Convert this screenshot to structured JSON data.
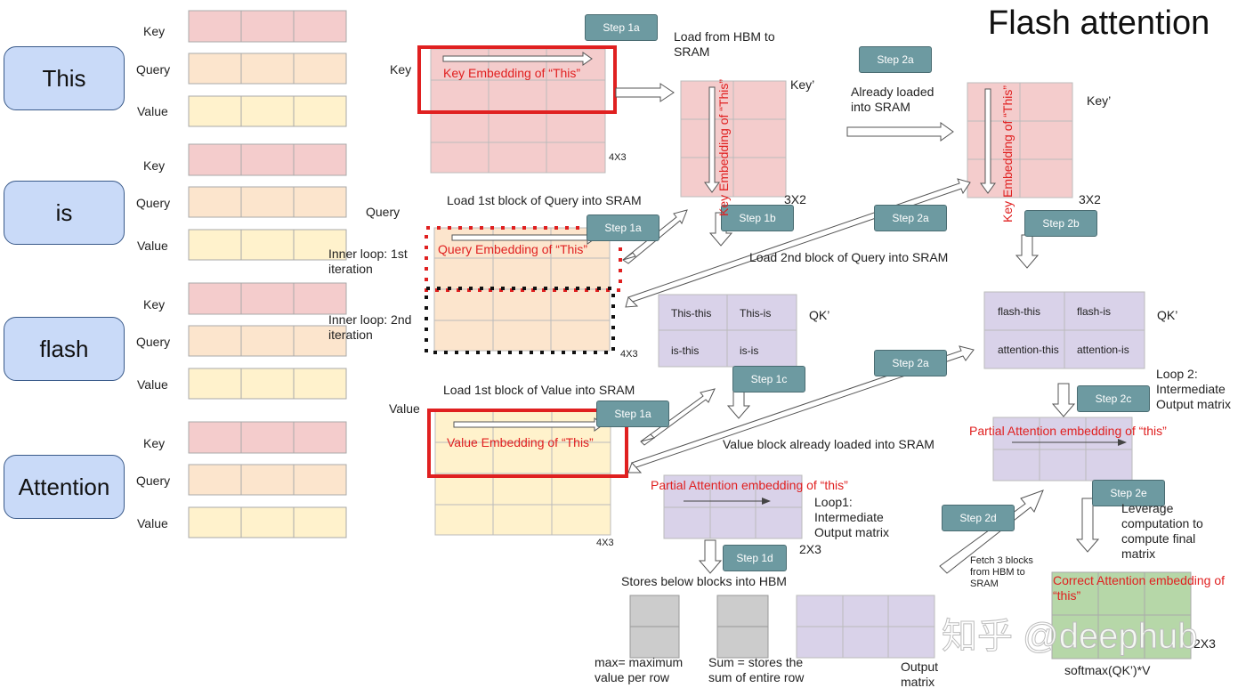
{
  "title": "Flash attention",
  "tokens": [
    "This",
    "is",
    "flash",
    "Attention"
  ],
  "embedding_labels": {
    "key": "Key",
    "query": "Query",
    "value": "Value"
  },
  "steps": {
    "s1a_top": "Step 1a",
    "s1a_mid": "Step 1a",
    "s1a_bot": "Step 1a",
    "s1b": "Step 1b",
    "s1c": "Step 1c",
    "s1d": "Step 1d",
    "s2a_top": "Step 2a",
    "s2a_mid": "Step 2a",
    "s2a_low": "Step 2a",
    "s2b": "Step 2b",
    "s2c": "Step 2c",
    "s2d": "Step 2d",
    "s2e": "Step 2e"
  },
  "labels": {
    "key_left": "Key",
    "key_emb_this": "Key  Embedding of “This”",
    "dim_4x3_a": "4X3",
    "load_hbm": "Load from HBM to SRAM",
    "key_prime_1": "Key’",
    "key_emb_vert_1": "Key  Embedding of “This”",
    "dim_3x2_1": "3X2",
    "already_loaded": "Already loaded into SRAM",
    "key_prime_2": "Key’",
    "key_emb_vert_2": "Key  Embedding of “This”",
    "dim_3x2_2": "3X2",
    "load_query": "Load 1st block of Query into SRAM",
    "query_left": "Query",
    "query_emb_this": "Query  Embedding of “This”",
    "inner_loop_1": "Inner loop: 1st iteration",
    "inner_loop_2": "Inner loop: 2nd iteration",
    "dim_4x3_b": "4X3",
    "load_2nd_query": "Load 2nd block of Query into SRAM",
    "qk_1": "QK’",
    "qk_2": "QK’",
    "load_value": "Load 1st block of Value into SRAM",
    "value_left": "Value",
    "value_emb_this": "Value  Embedding of “This”",
    "dim_4x3_c": "4X3",
    "value_already": "Value block already loaded into SRAM",
    "partial_1": "Partial Attention embedding of “this”",
    "loop1": "Loop1: Intermediate Output matrix",
    "dim_2x3_1": "2X3",
    "loop2": "Loop 2: Intermediate Output matrix",
    "partial_2": "Partial Attention embedding of “this”",
    "leverage": "Leverage computation to compute final matrix",
    "fetch": "Fetch 3 blocks from HBM to SRAM",
    "correct": "Correct Attention embedding of “this”",
    "dim_2x3_2": "2X3",
    "softmax": "softmax(QK’)*V",
    "stores": "Stores below blocks into HBM",
    "max_label": "max= maximum value per row",
    "sum_label": "Sum = stores the sum of entire row",
    "output_matrix": "Output matrix",
    "watermark": "知乎 @deephub"
  },
  "qk_cells_1": [
    "This-this",
    "This-is",
    "is-this",
    "is-is"
  ],
  "qk_cells_2": [
    "flash-this",
    "flash-is",
    "attention-this",
    "attention-is"
  ],
  "colors": {
    "key": "#f4cccc",
    "query": "#fce5cd",
    "value": "#fff2cc",
    "purple": "#d9d2e9",
    "green": "#b6d7a8",
    "gray": "#cccccc",
    "step": "#6d9aa1",
    "token": "#c9daf8",
    "highlight": "#e02020"
  }
}
